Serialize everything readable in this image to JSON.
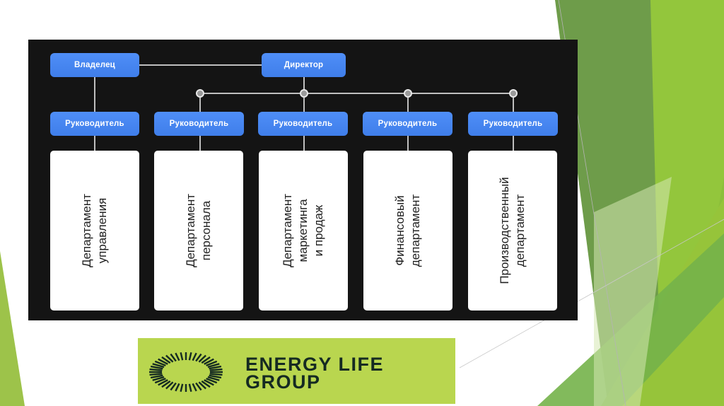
{
  "slide": {
    "org_chart": {
      "owner": {
        "label": "Владелец"
      },
      "director": {
        "label": "Директор"
      },
      "managers": [
        {
          "label": "Руководитель",
          "department": "Департамент\nуправления"
        },
        {
          "label": "Руководитель",
          "department": "Департамент\nперсонала"
        },
        {
          "label": "Руководитель",
          "department": "Департамент\nмаркетинга\nи продаж"
        },
        {
          "label": "Руководитель",
          "department": "Финансовый\nдепартамент"
        },
        {
          "label": "Руководитель",
          "department": "Производственный\nдепартамент"
        }
      ]
    },
    "logo": {
      "text": "ENERGY LIFE\nGROUP",
      "icon": "sunburst-ring-icon",
      "color": "#b9d64f",
      "text_color": "#152a22"
    },
    "colors": {
      "panel": "#141414",
      "node_blue": "#4a89f3",
      "connector": "#bfbfbf",
      "accent_green": "#8bbf3a"
    }
  }
}
